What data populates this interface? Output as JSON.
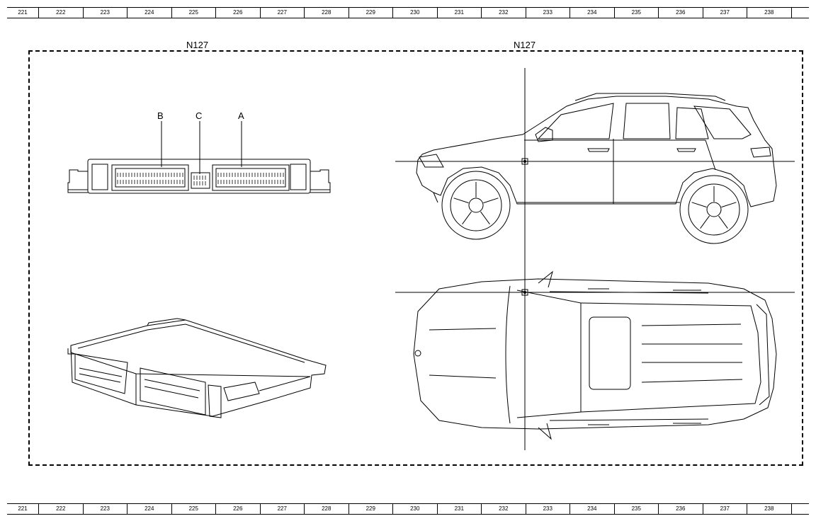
{
  "ruler_numbers": [
    "221",
    "222",
    "223",
    "224",
    "225",
    "226",
    "227",
    "228",
    "229",
    "230",
    "231",
    "232",
    "233",
    "234",
    "235",
    "236",
    "237",
    "238"
  ],
  "component_label_left": "N127",
  "component_label_right": "N127",
  "connectors": {
    "b": "B",
    "c": "C",
    "a": "A"
  }
}
